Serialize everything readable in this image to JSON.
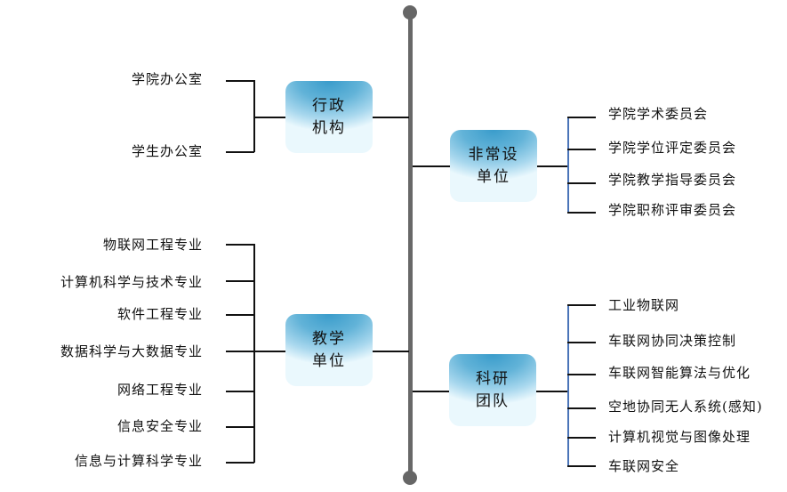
{
  "diagram": {
    "categories": [
      {
        "id": "admin",
        "title_lines": [
          "行政",
          "机构"
        ],
        "side": "left",
        "items": [
          "学院办公室",
          "学生办公室"
        ]
      },
      {
        "id": "nonstanding",
        "title_lines": [
          "非常设",
          "单位"
        ],
        "side": "right",
        "items": [
          "学院学术委员会",
          "学院学位评定委员会",
          "学院教学指导委员会",
          "学院职称评审委员会"
        ]
      },
      {
        "id": "teaching",
        "title_lines": [
          "教学",
          "单位"
        ],
        "side": "left",
        "items": [
          "物联网工程专业",
          "计算机科学与技术专业",
          "软件工程专业",
          "数据科学与大数据专业",
          "网络工程专业",
          "信息安全专业",
          "信息与计算科学专业"
        ]
      },
      {
        "id": "research",
        "title_lines": [
          "科研",
          "团队"
        ],
        "side": "right",
        "items": [
          "工业物联网",
          "车联网协同决策控制",
          "车联网智能算法与优化",
          "空地协同无人系统(感知)",
          "计算机视觉与图像处理",
          "车联网安全"
        ]
      }
    ],
    "colors": {
      "spine": "#686868",
      "box_top": "#3a9ccb",
      "box_bottom": "#eaf8fd",
      "right_bracket": "#4a74b8",
      "connector": "#111111"
    }
  }
}
